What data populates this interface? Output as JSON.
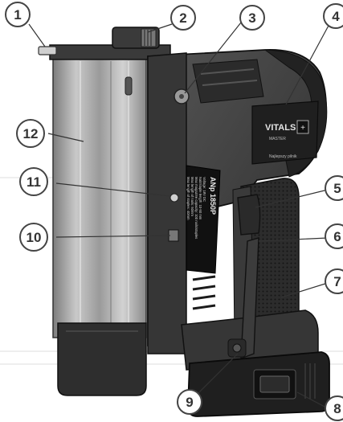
{
  "callouts": [
    "1",
    "2",
    "3",
    "4",
    "5",
    "6",
    "7",
    "8",
    "9",
    "10",
    "11",
    "12"
  ],
  "product": {
    "brand": "VITALS",
    "tier": "MASTER",
    "slogan": "Najlepszy pilnik",
    "model": "ANp 1850P",
    "spec_lines": [
      "Voltage: 18V DC",
      "Nail/staple length: 10-50 mm",
      "Max magazine capacity: 100 nails/staples",
      "Max length of nails: 50mm",
      "Max length of staples: 40mm"
    ]
  },
  "colors": {
    "body_dark": "#303030",
    "body_mid": "#4a4a4a",
    "grip": "#2a2a2a",
    "magazine": "#a8a8a8",
    "callout_stroke": "#444444",
    "callout_fill": "#ffffff"
  }
}
